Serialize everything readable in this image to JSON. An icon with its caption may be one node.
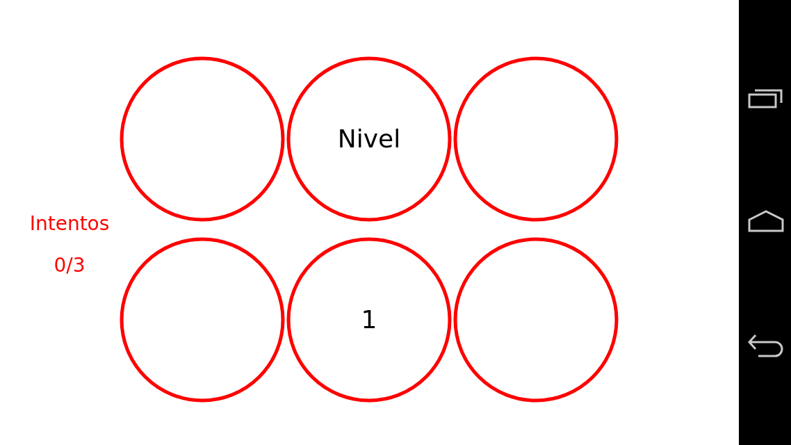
{
  "diagram": {
    "nodes": [
      {
        "text": [],
        "shape": "circle"
      },
      {
        "text": [
          "Nivel"
        ]
      },
      {
        "text": [],
        "shape": "circle"
      },
      {
        "text": [],
        "shape": "circle"
      },
      {
        "text": [
          "1"
        ]
      },
      {
        "text": [],
        "shape": "circle"
      }
    ],
    "labels": [
      "Intentos",
      "0/3"
    ]
  }
}
